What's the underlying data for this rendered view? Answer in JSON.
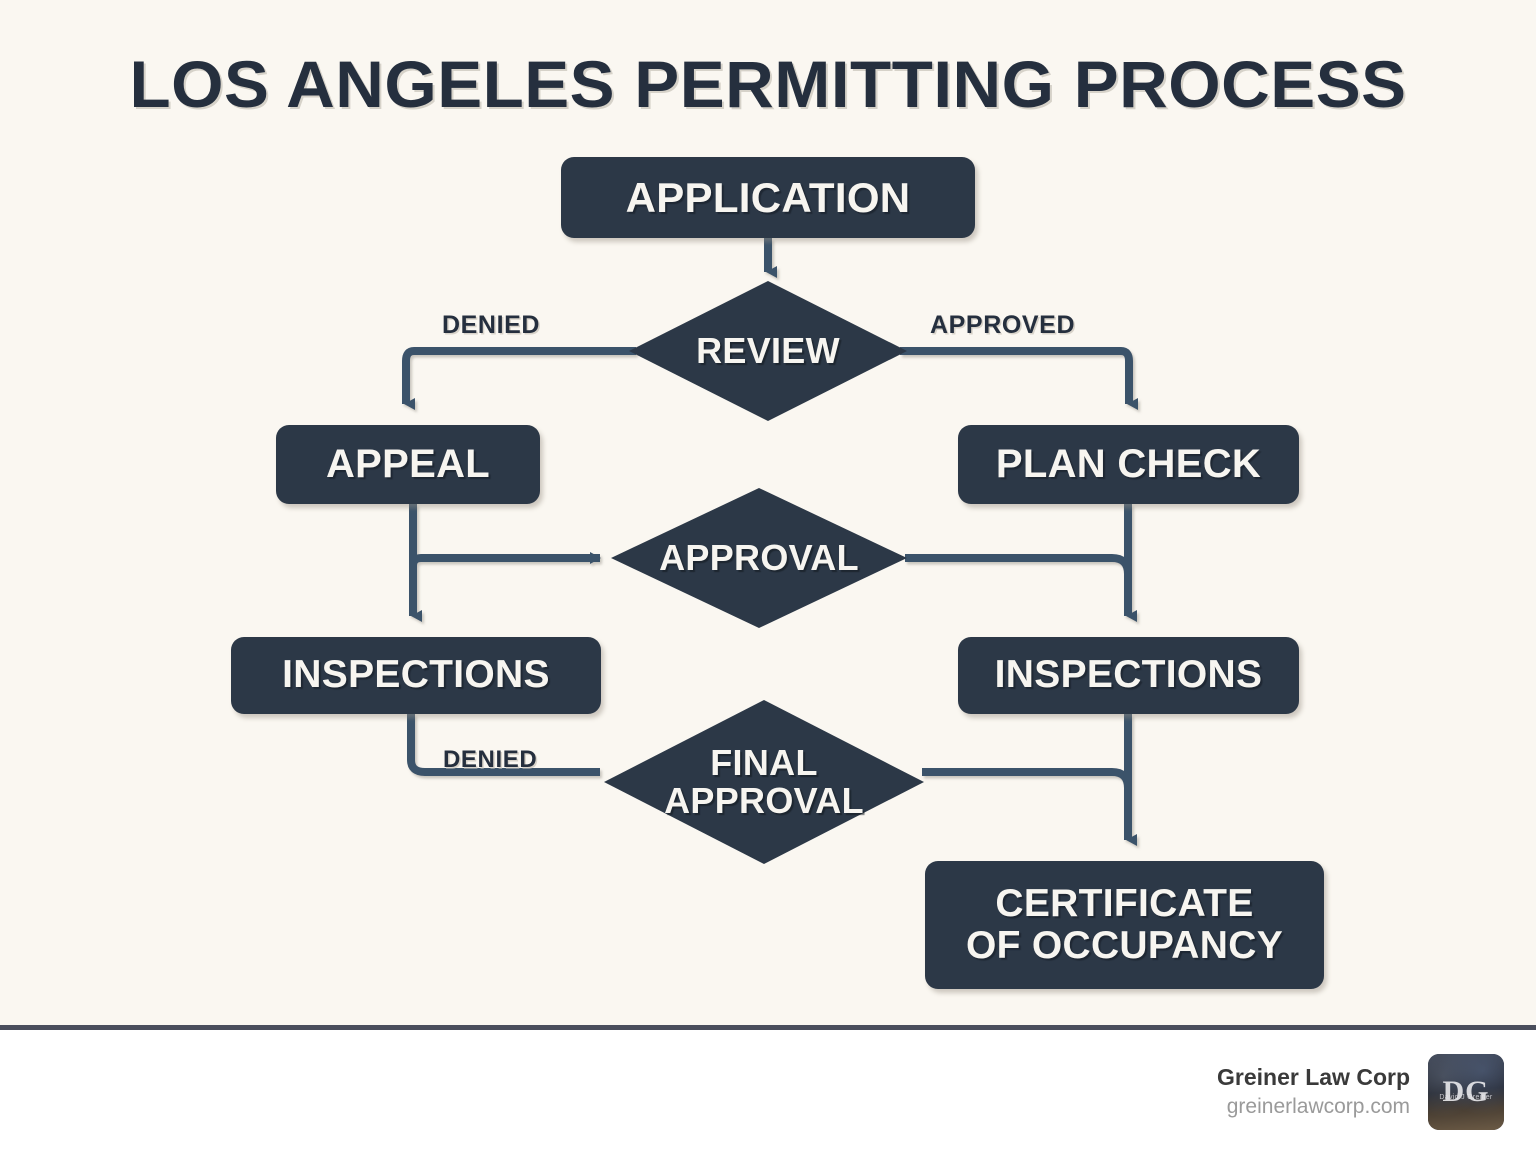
{
  "title": "LOS ANGELES PERMITTING PROCESS",
  "colors": {
    "background": "#faf7f1",
    "node_fill": "#2c3847",
    "node_text": "#f7f5f0",
    "connector": "#3b536b",
    "title_text": "#252f3e",
    "divider": "#4a4e5c",
    "footer_background": "#ffffff"
  },
  "nodes": {
    "application": {
      "label": "APPLICATION",
      "shape": "rounded-rect"
    },
    "review": {
      "label": "REVIEW",
      "shape": "diamond"
    },
    "appeal": {
      "label": "APPEAL",
      "shape": "rounded-rect"
    },
    "plan_check": {
      "label": "PLAN CHECK",
      "shape": "rounded-rect"
    },
    "approval": {
      "label": "APPROVAL",
      "shape": "diamond"
    },
    "inspections_left": {
      "label": "INSPECTIONS",
      "shape": "rounded-rect"
    },
    "inspections_right": {
      "label": "INSPECTIONS",
      "shape": "rounded-rect"
    },
    "final_approval": {
      "label": "FINAL\nAPPROVAL",
      "shape": "diamond"
    },
    "certificate": {
      "label": "CERTIFICATE\nOF OCCUPANCY",
      "shape": "rounded-rect"
    }
  },
  "edge_labels": {
    "review_denied": "DENIED",
    "review_approved": "APPROVED",
    "final_denied": "DENIED"
  },
  "footer": {
    "brand_name": "Greiner Law Corp",
    "brand_url": "greinerlawcorp.com",
    "logo_monogram": "DG",
    "logo_subtext": "David J Greiner"
  }
}
